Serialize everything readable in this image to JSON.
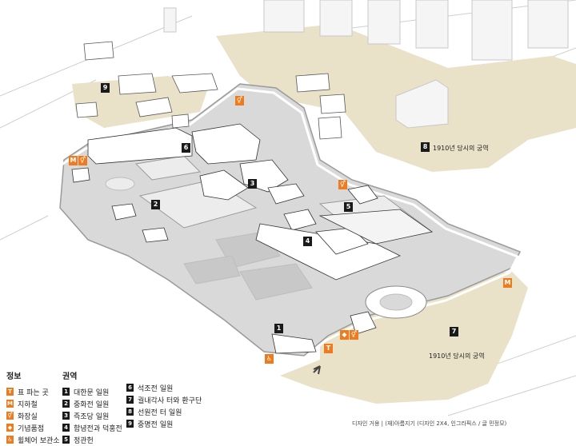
{
  "legend": {
    "info_title": "정보",
    "info_items": [
      {
        "icon": "ticket-icon",
        "label": "표 파는 곳"
      },
      {
        "icon": "subway-icon",
        "label": "지하철"
      },
      {
        "icon": "restroom-icon",
        "label": "화장실"
      },
      {
        "icon": "souvenir-icon",
        "label": "기념품점"
      },
      {
        "icon": "wheelchair-icon",
        "label": "휠체어 보관소"
      }
    ],
    "area_title": "권역",
    "area_items": [
      {
        "num": "1",
        "label": "대한문 일원"
      },
      {
        "num": "2",
        "label": "중화전 일원"
      },
      {
        "num": "3",
        "label": "즉조당 일원"
      },
      {
        "num": "4",
        "label": "함녕전과 덕홍전"
      },
      {
        "num": "5",
        "label": "정관헌"
      },
      {
        "num": "6",
        "label": "석조전 일원"
      },
      {
        "num": "7",
        "label": "궐내각사 터와 환구단"
      },
      {
        "num": "8",
        "label": "선원전 터 일원"
      },
      {
        "num": "9",
        "label": "중명전 일원"
      }
    ]
  },
  "map_markers": {
    "area_1": "1",
    "area_2": "2",
    "area_3": "3",
    "area_4": "4",
    "area_5": "5",
    "area_6": "6",
    "area_7": "7",
    "area_8": "8",
    "area_9": "9"
  },
  "map_labels": {
    "palace_1910_a": "1910년 당시의 궁역",
    "palace_1910_b": "1910년 당시의 궁역"
  },
  "credit": "디자인 거용  |  (재)아름지기 (디자인 2X4, 인그라픽스 / 글 민정모)",
  "colors": {
    "accent": "#f07a1e",
    "historic_area": "#e9e2c8",
    "grounds": "#d9d9d9",
    "marker": "#1a1a1a"
  }
}
